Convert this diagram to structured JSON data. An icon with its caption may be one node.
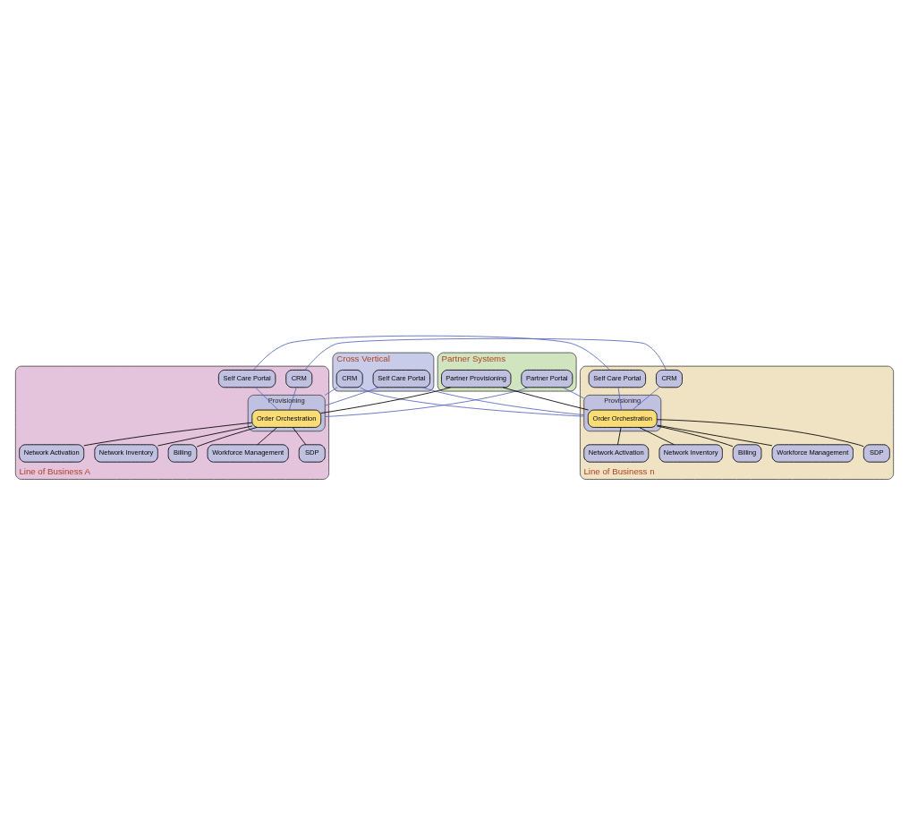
{
  "diagram": {
    "nodes": [
      {
        "text": [
          "Cross Vertical"
        ]
      },
      {
        "text": [
          "Self Care Portal"
        ],
        "in": 0
      },
      {
        "text": [
          "CRM"
        ],
        "in": 0
      },
      {
        "text": [
          "Partner Systems"
        ]
      },
      {
        "text": [
          "Partner Portal"
        ],
        "in": 3
      },
      {
        "text": [
          "Partner Provisioning"
        ],
        "in": 3
      },
      {
        "text": [
          "Line of Business A"
        ]
      },
      {
        "text": [
          "CRM"
        ],
        "in": 6
      },
      {
        "text": [
          "Self Care Portal"
        ],
        "in": 6
      },
      {
        "text": [
          "Provisioning"
        ],
        "in": 6
      },
      {
        "text": [
          "Order Orchestration"
        ],
        "in": 9
      },
      {
        "text": [
          "Network Activation"
        ],
        "in": 6
      },
      {
        "text": [
          "Network Inventory"
        ],
        "in": 6
      },
      {
        "text": [
          "Billing"
        ],
        "in": 6
      },
      {
        "text": [
          "Workforce Management"
        ],
        "in": 6
      },
      {
        "text": [
          "SDP"
        ],
        "in": 6
      },
      {
        "text": [
          "Line of Business n"
        ]
      },
      {
        "text": [
          "Provisioning"
        ],
        "in": 16
      },
      {
        "text": [
          "Order Orchestration"
        ],
        "in": 17
      },
      {
        "text": [
          "CRM"
        ],
        "in": 16
      },
      {
        "text": [
          "Self Care Portal"
        ],
        "in": 16
      },
      {
        "text": [
          "Network Activation"
        ],
        "in": 16
      },
      {
        "text": [
          "Network Inventory"
        ],
        "in": 16
      },
      {
        "text": [
          "Billing"
        ],
        "in": 16
      },
      {
        "text": [
          "Workforce Management"
        ],
        "in": 16
      },
      {
        "text": [
          "SDP"
        ],
        "in": 16
      }
    ],
    "edges": [
      {
        "from": 1,
        "to": 9,
        "arrow": "none",
        "color": "#5566bb"
      },
      {
        "from": 1,
        "to": 17,
        "arrow": "none",
        "color": "#5566bb"
      },
      {
        "from": 2,
        "to": 9,
        "arrow": "none",
        "color": "#5566bb"
      },
      {
        "from": 2,
        "to": 17,
        "arrow": "none",
        "color": "#5566bb"
      },
      {
        "from": 4,
        "to": 9,
        "arrow": "none",
        "color": "#5566bb"
      },
      {
        "from": 4,
        "to": 17,
        "arrow": "none",
        "color": "#5566bb"
      },
      {
        "from": 5,
        "to": 10,
        "arrow": "none",
        "color": "#000000"
      },
      {
        "from": 5,
        "to": 18,
        "arrow": "none",
        "color": "#000000"
      },
      {
        "from": 7,
        "to": 10,
        "arrow": "none",
        "color": "#5566bb"
      },
      {
        "from": 8,
        "to": 10,
        "arrow": "none",
        "color": "#5566bb"
      },
      {
        "from": 7,
        "to": 19,
        "arrow": "none",
        "color": "#5566bb"
      },
      {
        "from": 8,
        "to": 20,
        "arrow": "none",
        "color": "#5566bb"
      },
      {
        "from": 19,
        "to": 18,
        "arrow": "none",
        "color": "#5566bb"
      },
      {
        "from": 20,
        "to": 18,
        "arrow": "none",
        "color": "#5566bb"
      },
      {
        "from": 10,
        "to": 11,
        "arrow": "none",
        "color": "#000000"
      },
      {
        "from": 10,
        "to": 12,
        "arrow": "none",
        "color": "#000000"
      },
      {
        "from": 10,
        "to": 13,
        "arrow": "none",
        "color": "#000000"
      },
      {
        "from": 10,
        "to": 14,
        "arrow": "none",
        "color": "#000000"
      },
      {
        "from": 10,
        "to": 15,
        "arrow": "none",
        "color": "#000000"
      },
      {
        "from": 18,
        "to": 21,
        "arrow": "none",
        "color": "#000000"
      },
      {
        "from": 18,
        "to": 22,
        "arrow": "none",
        "color": "#000000"
      },
      {
        "from": 18,
        "to": 23,
        "arrow": "none",
        "color": "#000000"
      },
      {
        "from": 18,
        "to": 24,
        "arrow": "none",
        "color": "#000000"
      },
      {
        "from": 18,
        "to": 25,
        "arrow": "none",
        "color": "#000000"
      }
    ]
  }
}
